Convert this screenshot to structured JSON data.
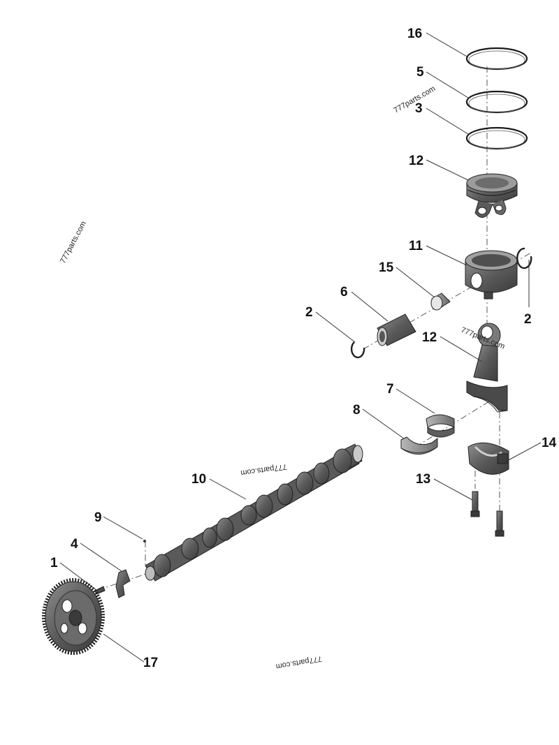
{
  "callouts": {
    "c16": "16",
    "c5": "5",
    "c3": "3",
    "c12a": "12",
    "c11": "11",
    "c15": "15",
    "c6": "6",
    "c2a": "2",
    "c2b": "2",
    "c12b": "12",
    "c7": "7",
    "c8": "8",
    "c14": "14",
    "c13": "13",
    "c10": "10",
    "c9": "9",
    "c4": "4",
    "c1": "1",
    "c17": "17"
  },
  "watermarks": {
    "w1": "777parts.com",
    "w2": "777parts.com",
    "w3": "777parts.com",
    "w4": "777parts.com",
    "w5": "777parts.com"
  },
  "colors": {
    "part_dark": "#4a4a4a",
    "part_mid": "#6e6e6e",
    "part_light": "#9a9a9a",
    "ring_stroke": "#1a1a1a"
  }
}
